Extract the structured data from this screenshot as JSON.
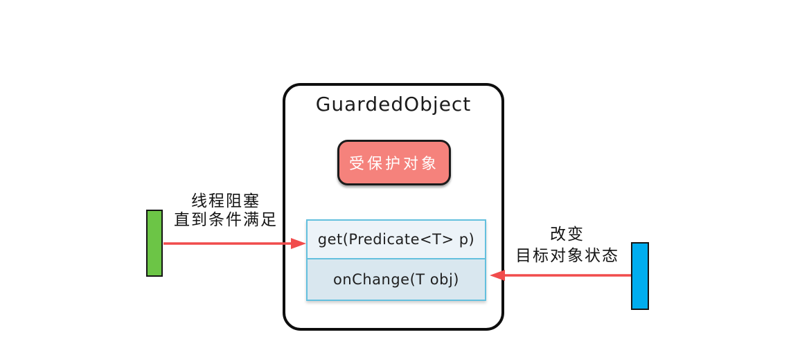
{
  "diagram": {
    "title": "GuardedObject",
    "protected_object": {
      "label": "受保护对象"
    },
    "methods": {
      "get": {
        "label": "get(Predicate<T> p)"
      },
      "onchange": {
        "label": "onChange(T obj)"
      }
    },
    "left_annotation": {
      "line1": "线程阻塞",
      "line2": "直到条件满足"
    },
    "right_annotation": {
      "line1": "改变",
      "line2": "目标对象状态"
    },
    "colors": {
      "protected_object_fill": "#F5827C",
      "method_get_fill": "#ECF3F8",
      "method_onchange_fill": "#D9E7EF",
      "method_border": "#63C0DE",
      "green_bar": "#6CC546",
      "blue_bar": "#00ADEF",
      "arrow": "#F14C4C",
      "outline": "#0E0E0E"
    }
  }
}
